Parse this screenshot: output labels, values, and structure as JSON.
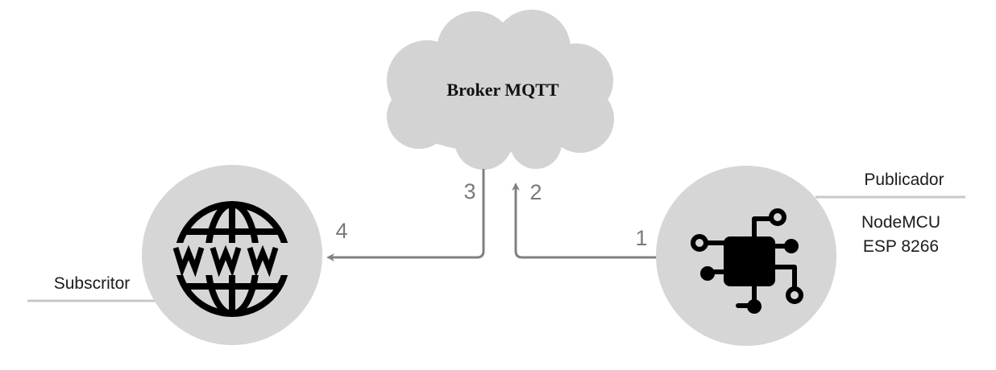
{
  "broker": {
    "label": "Broker MQTT",
    "icon": "cloud-icon"
  },
  "subscriber": {
    "label": "Subscritor",
    "icon": "www-globe-icon"
  },
  "publisher": {
    "label": "Publicador",
    "device_line1": "NodeMCU",
    "device_line2": "ESP 8266",
    "icon": "microchip-icon"
  },
  "steps": {
    "s1": "1",
    "s2": "2",
    "s3": "3",
    "s4": "4"
  },
  "colors": {
    "node_fill": "#d6d6d6",
    "arrow": "#808080",
    "icon": "#000000",
    "text": "#1c1c1c"
  }
}
